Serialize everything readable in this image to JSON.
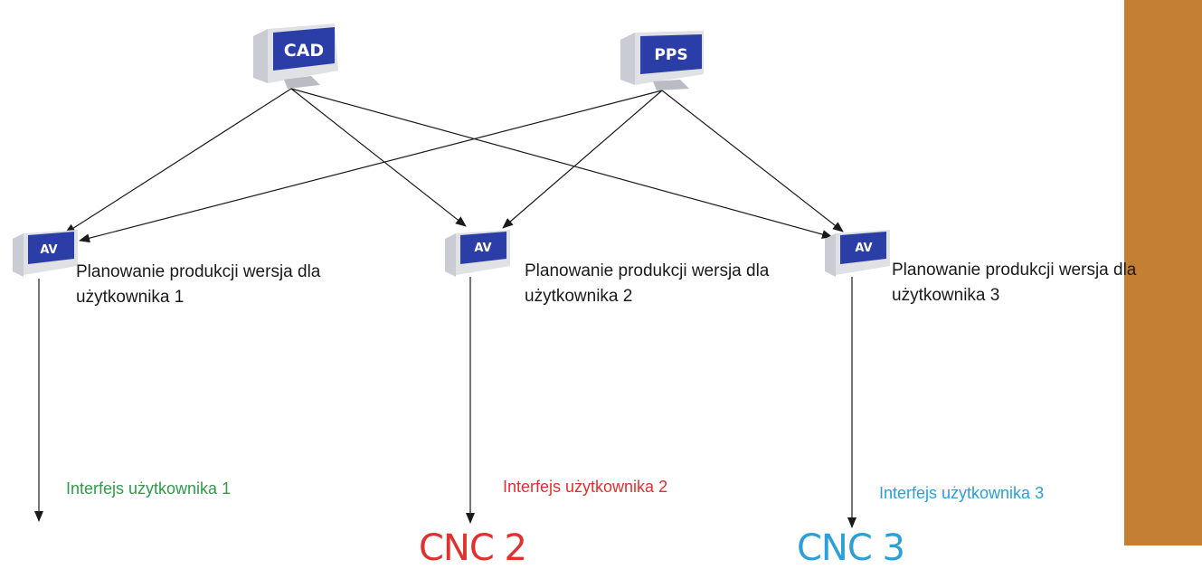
{
  "servers": [
    {
      "label": "CAD"
    },
    {
      "label": "PPS"
    }
  ],
  "workstations": [
    {
      "label": "AV",
      "caption": [
        "Planowanie produkcji wersja dla",
        "użytkownika 1"
      ],
      "interface": "Interfejs użytkownika 1",
      "interface_color": "#2e9b47",
      "machine": ""
    },
    {
      "label": "AV",
      "caption": [
        "Planowanie produkcji wersja dla",
        "użytkownika 2"
      ],
      "interface": "Interfejs użytkownika 2",
      "interface_color": "#e2302e",
      "machine": "CNC 2",
      "machine_color": "#e2302e"
    },
    {
      "label": "AV",
      "caption": [
        "Planowanie produkcji wersja dla",
        "użytkownika 3"
      ],
      "interface": "Interfejs użytkownika 3",
      "interface_color": "#2a9fd8",
      "machine": "CNC 3",
      "machine_color": "#2a9fd8"
    }
  ],
  "colors": {
    "sidebar": "#c47f35",
    "screen": "#2b3ea8",
    "arrow": "#1a1a1a"
  }
}
